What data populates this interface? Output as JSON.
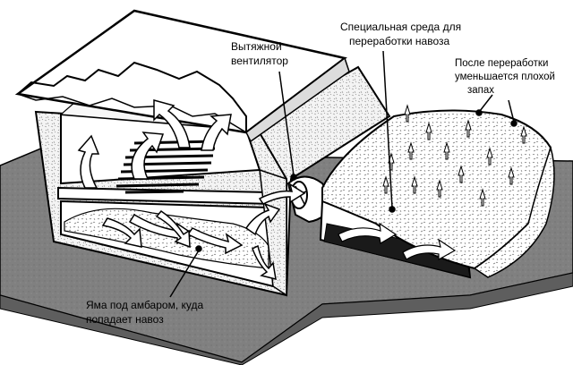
{
  "labels": {
    "fan": [
      "Вытяжной",
      "вентилятор"
    ],
    "biofilter": [
      "Специальная среда для",
      "переработки навоза"
    ],
    "smell": [
      "После переработки",
      "уменьшается плохой",
      "запах"
    ],
    "pit": [
      "Яма под амбаром, куда",
      "попадает навоз"
    ]
  },
  "colors": {
    "ground": "#7f7f7f",
    "ground_dark": "#5e5e5e",
    "wall_texture": "#ececec",
    "roof": "#ffffff",
    "line": "#000000",
    "pit_fill": "#bdbdbd"
  }
}
